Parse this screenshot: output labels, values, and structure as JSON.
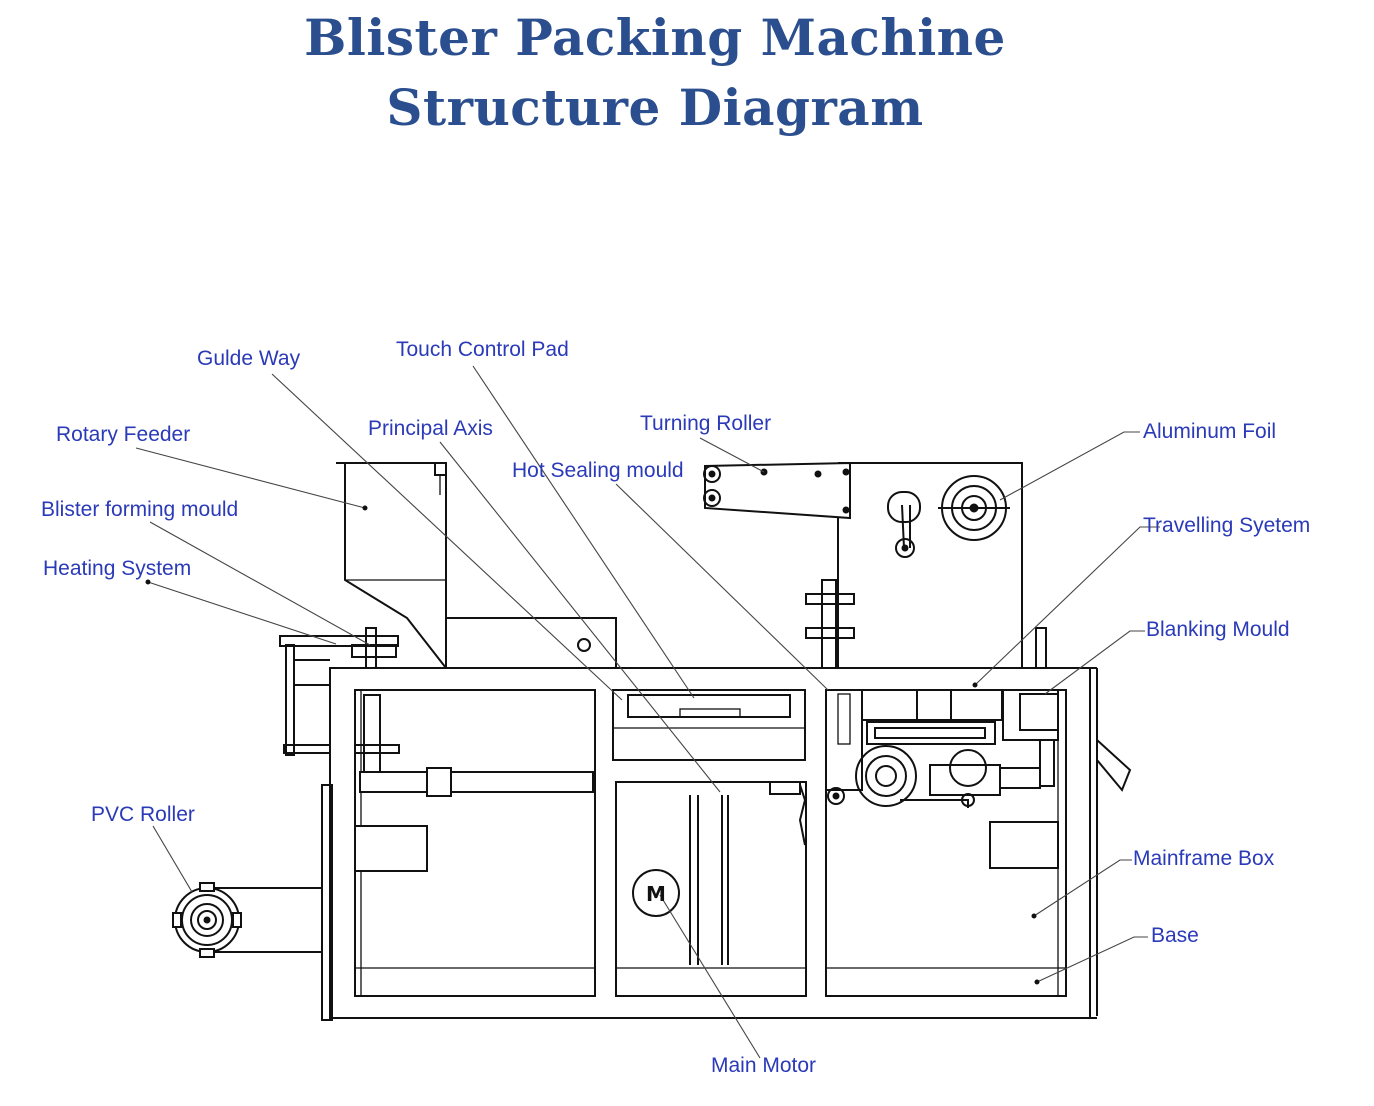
{
  "title": {
    "line1": "Blister Packing Machine",
    "line2": "Structure Diagram"
  },
  "labels": {
    "guide_way": "Gulde Way",
    "touch_control_pad": "Touch Control Pad",
    "rotary_feeder": "Rotary Feeder",
    "principal_axis": "Principal Axis",
    "turning_roller": "Turning Roller",
    "aluminum_foil": "Aluminum Foil",
    "hot_sealing_mould": "Hot Sealing mould",
    "blister_forming_mould": "Blister forming mould",
    "travelling_system": "Travelling Syetem",
    "heating_system": "Heating System",
    "blanking_mould": "Blanking Mould",
    "pvc_roller": "PVC Roller",
    "mainframe_box": "Mainframe Box",
    "base": "Base",
    "main_motor": "Main Motor",
    "motor_symbol": "M"
  },
  "colors": {
    "title": "#2b4e8e",
    "labels": "#2a3ab8",
    "drawing": "#111111"
  }
}
